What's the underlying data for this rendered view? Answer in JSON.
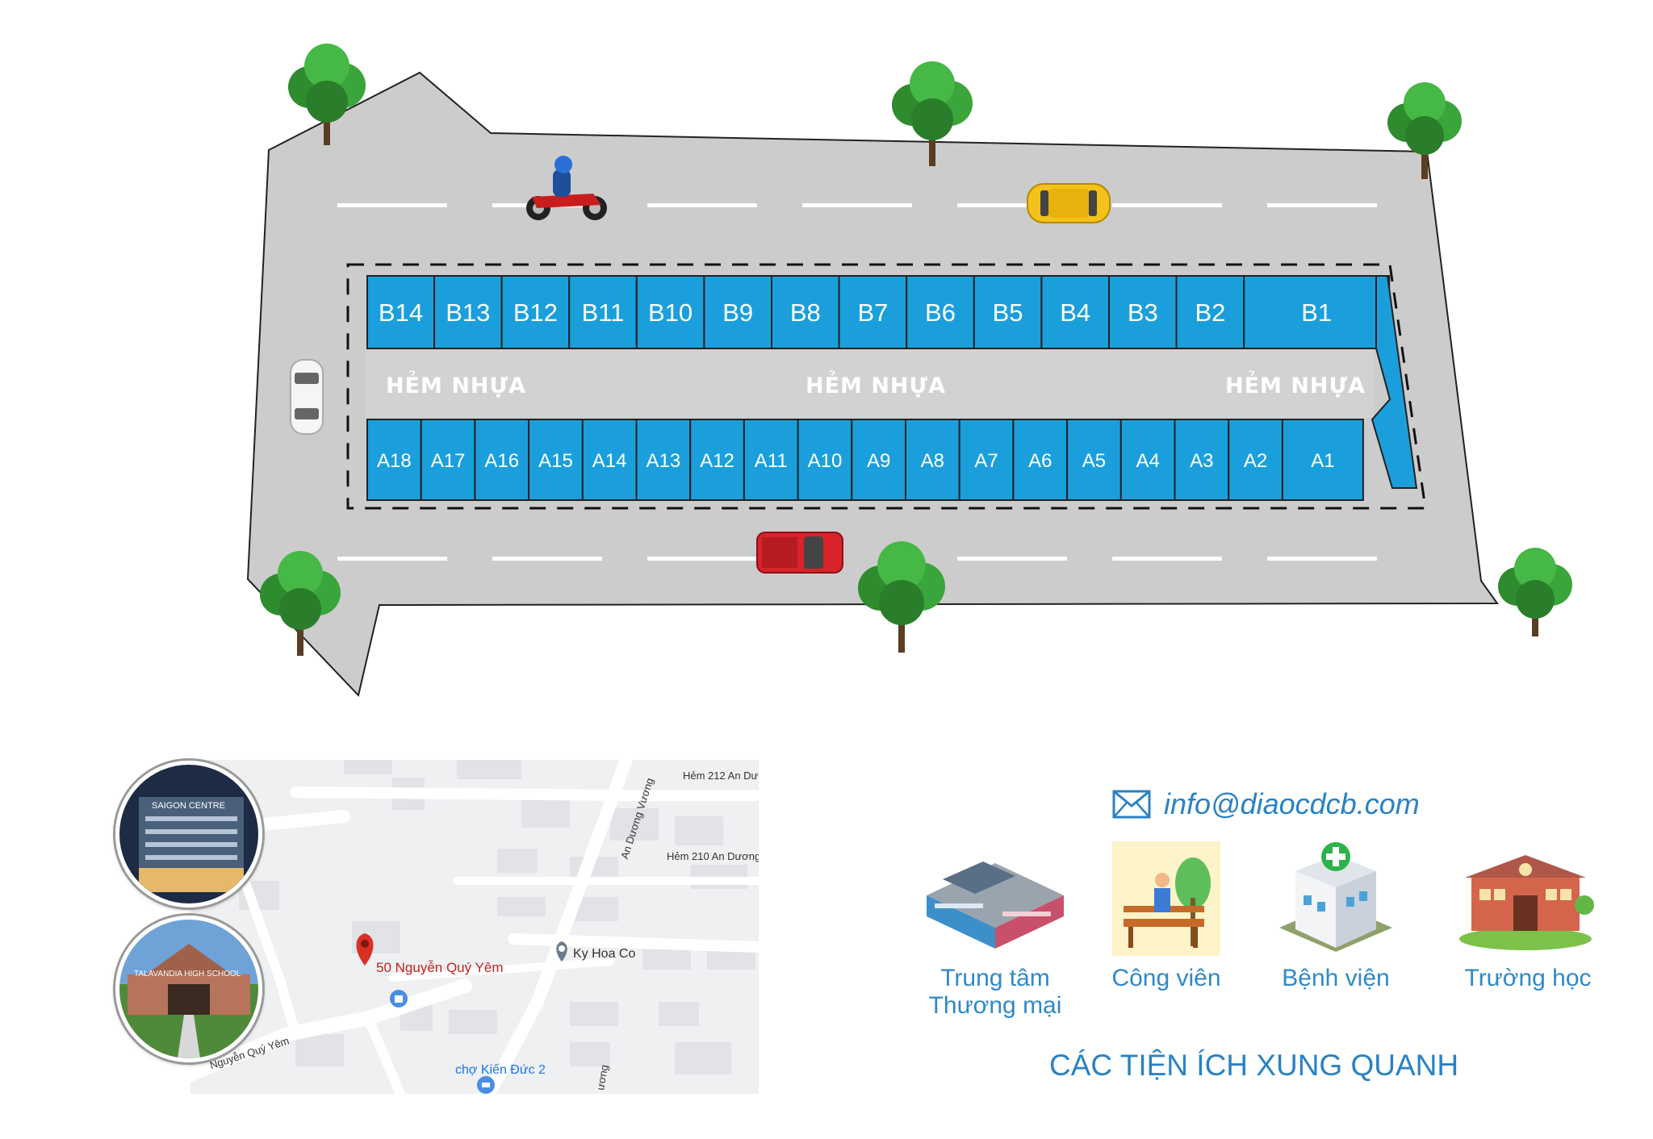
{
  "site_plan": {
    "lots_b": [
      "B14",
      "B13",
      "B12",
      "B11",
      "B10",
      "B9",
      "B8",
      "B7",
      "B6",
      "B5",
      "B4",
      "B3",
      "B2",
      "B1"
    ],
    "lots_a": [
      "A18",
      "A17",
      "A16",
      "A15",
      "A14",
      "A13",
      "A12",
      "A11",
      "A10",
      "A9",
      "A8",
      "A7",
      "A6",
      "A5",
      "A4",
      "A3",
      "A2",
      "A1"
    ],
    "alley_labels": [
      "HẺM NHỰA",
      "HẺM NHỰA",
      "HẺM NHỰA"
    ],
    "colors": {
      "lot_fill": "#1b9fdc",
      "road": "#cccccc",
      "alley": "#d2d2d2"
    }
  },
  "map": {
    "pin_label": "50 Nguyễn Quý Yêm",
    "streets": [
      "Hẻm 212 An Dươ",
      "An Dương Vương",
      "Hẻm 210 An Dương",
      "Nguyễn Quý Yêm",
      "ương"
    ],
    "places": [
      "Ky Hoa Co",
      "chợ Kiến Đức 2"
    ],
    "thumbnail_texts": [
      "SAIGON CENTRE",
      "TALAVANDIA HIGH SCHOOL"
    ]
  },
  "contact": {
    "email": "info@diaocdcb.com"
  },
  "amenities": {
    "items": [
      {
        "label": "Trung tâm\nThương mại",
        "icon": "shopping-mall-icon"
      },
      {
        "label": "Công viên",
        "icon": "park-icon"
      },
      {
        "label": "Bệnh viện",
        "icon": "hospital-icon"
      },
      {
        "label": "Trường học",
        "icon": "school-icon"
      }
    ],
    "title": "CÁC TIỆN ÍCH XUNG QUANH",
    "accent_color": "#2a82c4"
  }
}
